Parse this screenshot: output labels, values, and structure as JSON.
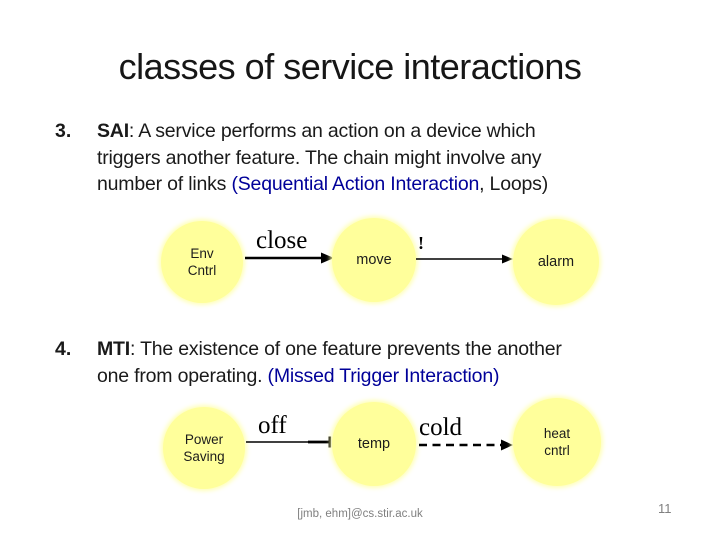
{
  "title": "classes of service interactions",
  "colors": {
    "node_fill": "#ffff9b",
    "accent_blue": "#000099",
    "footer_gray": "#808080"
  },
  "item3": {
    "number": "3.",
    "line1_bold": "SAI",
    "line1_rest": ": A service performs an action on a device which",
    "line2": "triggers another feature. The chain might involve any",
    "line3_pre": "number of links ",
    "line3_blue": "(Sequential Action Interaction",
    "line3_post": ", Loops)"
  },
  "item4": {
    "number": "4.",
    "line1_bold": "MTI",
    "line1_rest": ": The existence of one feature prevents the another",
    "line2_pre": "one from operating. ",
    "line2_blue": "(Missed Trigger Interaction)"
  },
  "diagram_sai": {
    "node1_line1": "Env",
    "node1_line2": "Cntrl",
    "node2_label": "move",
    "node3_label": "alarm",
    "edge1_label": "close",
    "edge2_label": "!"
  },
  "diagram_mti": {
    "node1_line1": "Power",
    "node1_line2": "Saving",
    "node2_label": "temp",
    "node3_line1": "heat",
    "node3_line2": "cntrl",
    "edge1_label": "off",
    "edge2_label": "cold"
  },
  "footer": {
    "credit": "[jmb, ehm]@cs.stir.ac.uk",
    "page_number": "11"
  }
}
